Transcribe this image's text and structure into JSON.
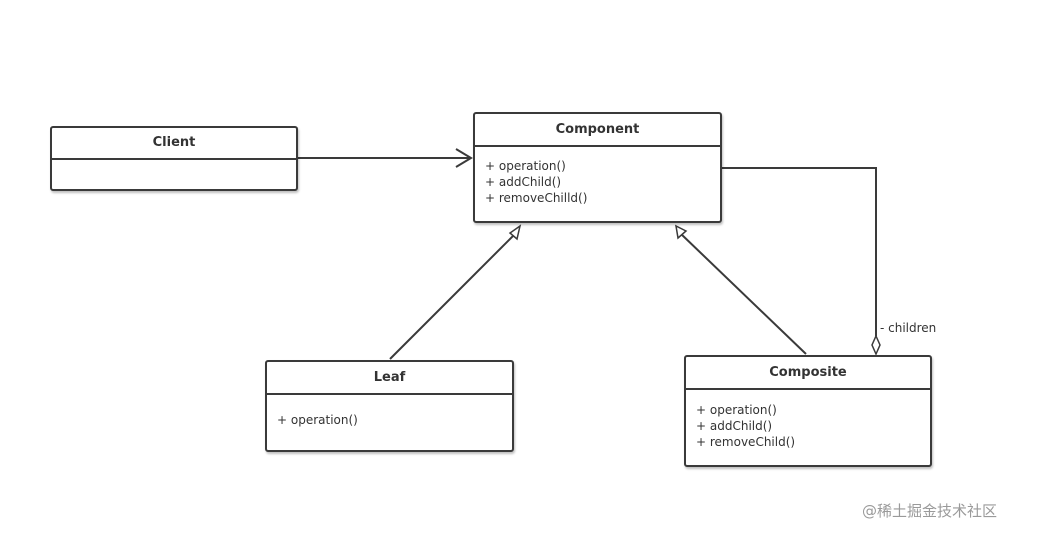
{
  "diagram": {
    "classes": {
      "client": {
        "name": "Client",
        "methods": []
      },
      "component": {
        "name": "Component",
        "methods": [
          "+ operation()",
          "+ addChild()",
          "+ removeChilld()"
        ]
      },
      "leaf": {
        "name": "Leaf",
        "methods": [
          "+ operation()"
        ]
      },
      "composite": {
        "name": "Composite",
        "methods": [
          "+ operation()",
          "+ addChild()",
          "+ removeChild()"
        ]
      }
    },
    "relations": [
      {
        "from": "Client",
        "to": "Component",
        "type": "association"
      },
      {
        "from": "Leaf",
        "to": "Component",
        "type": "generalization"
      },
      {
        "from": "Composite",
        "to": "Component",
        "type": "generalization"
      },
      {
        "from": "Composite",
        "to": "Component",
        "type": "aggregation",
        "label": "- children"
      }
    ],
    "children_label": "- children",
    "colors": {
      "line": "#3a3a3a",
      "text": "#333333",
      "watermark": "#9a9a9a"
    }
  },
  "watermark": "@稀土掘金技术社区"
}
